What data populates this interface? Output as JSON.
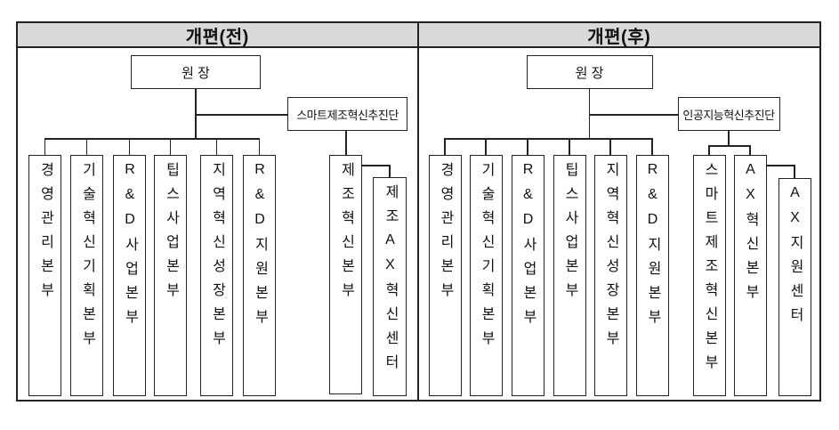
{
  "colors": {
    "header_bg": "#d9d9d9",
    "line": "#222222",
    "background": "#ffffff"
  },
  "panels": [
    {
      "title": "개편(전)",
      "director": "원 장",
      "staff_org": "스마트제조혁신추진단",
      "divisions": [
        "경영관리본부",
        "기술혁신기획본부",
        "R&D사업본부",
        "팁스사업본부",
        "지역혁신성장본부",
        "R&D지원본부"
      ],
      "staff_divisions": [
        "제조혁신본부"
      ],
      "sub_center": "제조AX혁신센터"
    },
    {
      "title": "개편(후)",
      "director": "원 장",
      "staff_org": "인공지능혁신추진단",
      "divisions": [
        "경영관리본부",
        "기술혁신기획본부",
        "R&D사업본부",
        "팁스사업본부",
        "지역혁신성장본부",
        "R&D지원본부"
      ],
      "staff_divisions": [
        "스마트제조혁신본부",
        "AX혁신본부"
      ],
      "sub_center": "AX지원센터"
    }
  ]
}
